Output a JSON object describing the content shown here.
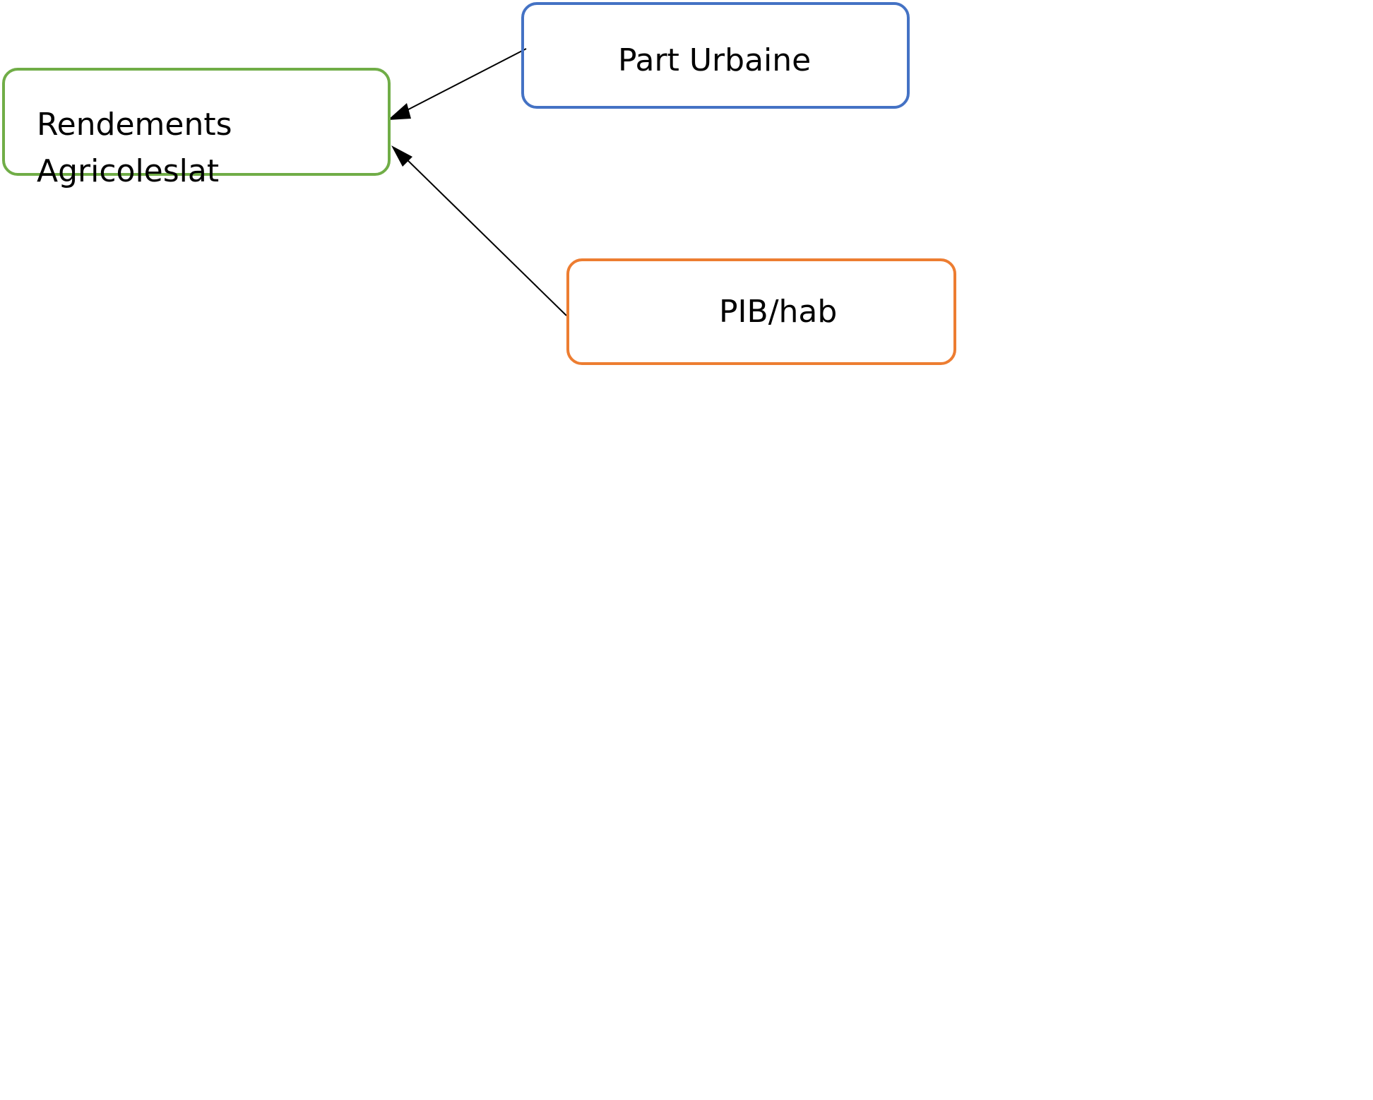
{
  "diagram": {
    "nodes": [
      {
        "id": "rendements",
        "label": "Rendements Agricoleslat",
        "border_color": "#70AD47"
      },
      {
        "id": "urbaine",
        "label": "Part Urbaine",
        "border_color": "#4472C4"
      },
      {
        "id": "pib",
        "label": "PIB/hab",
        "border_color": "#ED7D31"
      }
    ],
    "edges": [
      {
        "from": "urbaine",
        "to": "rendements"
      },
      {
        "from": "pib",
        "to": "rendements"
      }
    ],
    "edge_color": "#000000"
  }
}
